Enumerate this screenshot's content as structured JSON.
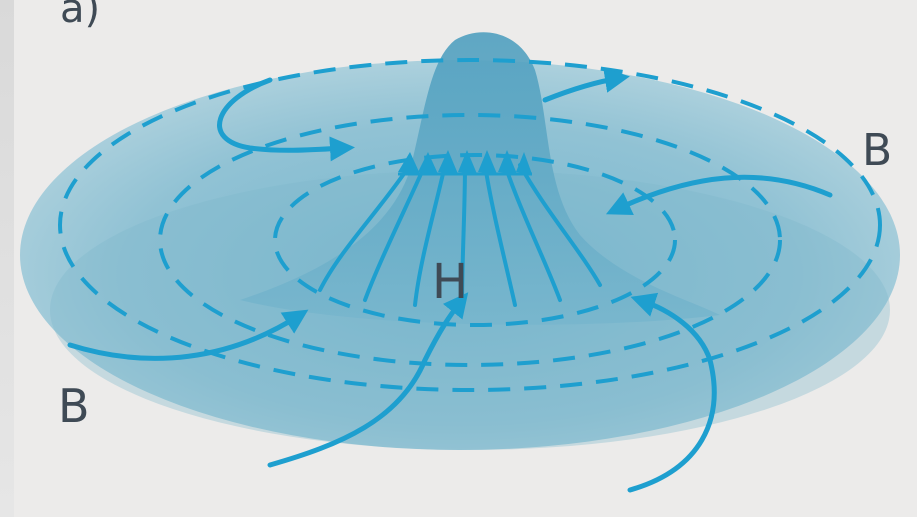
{
  "figure": {
    "panel_label": "a)",
    "label_high": "H",
    "label_low_left": "B",
    "label_low_right": "B"
  },
  "colors": {
    "background": "#ecebea",
    "disk": "#86bdd0",
    "disk_edge": "#6aaec8",
    "dome": "#5fa9c6",
    "line": "#1e9fcf",
    "text": "#3f4a55"
  }
}
